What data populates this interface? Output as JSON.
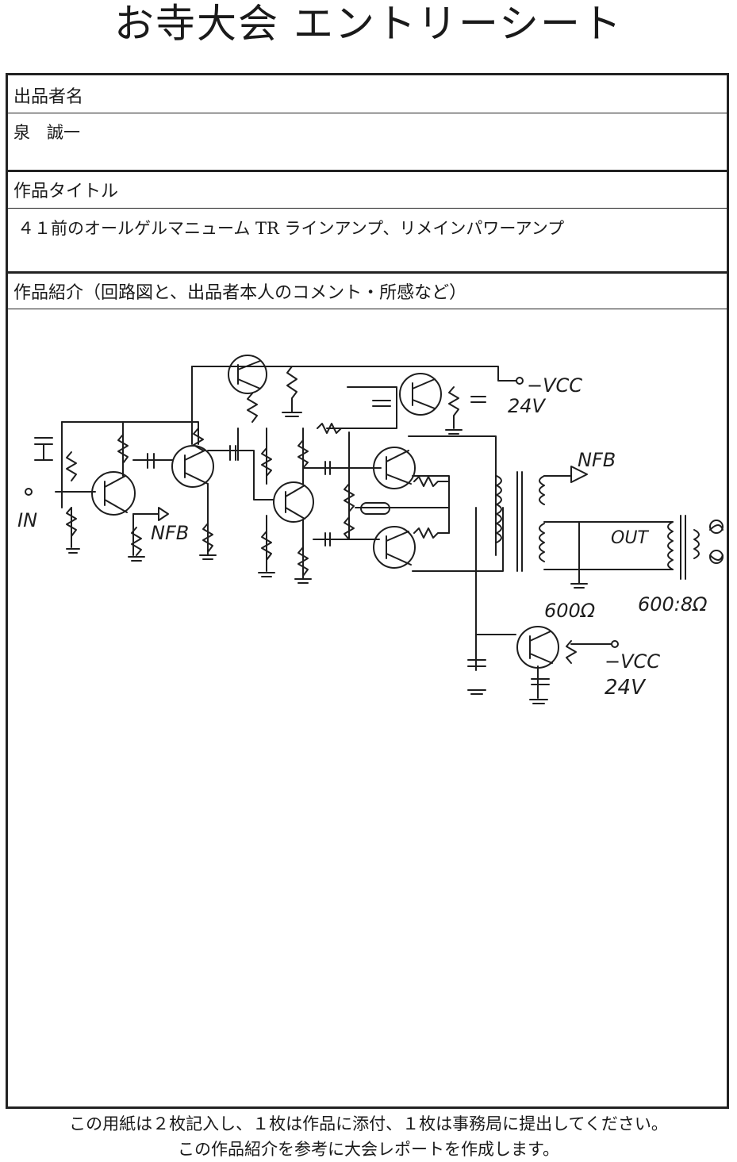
{
  "page_title": "お寺大会 エントリーシート",
  "entrant": {
    "label": "出品者名",
    "value": "泉　誠一"
  },
  "work_title": {
    "label": "作品タイトル",
    "value": "４１前のオールゲルマニューム TR ラインアンプ、リメインパワーアンプ"
  },
  "introduction": {
    "label": "作品紹介（回路図と、出品者本人のコメント・所感など）"
  },
  "schematic_labels": {
    "vcc_top": "−VCC",
    "vcc_top_voltage": "24V",
    "nfb_right": "NFB",
    "nfb_left": "NFB",
    "input": "IN",
    "out": "OUT",
    "impedance_primary": "600Ω",
    "impedance_secondary": "600:8Ω",
    "vcc_bottom": "−VCC",
    "vcc_bottom_voltage": "24V"
  },
  "footer": {
    "line1": "この用紙は２枚記入し、１枚は作品に添付、１枚は事務局に提出してください。",
    "line2": "この作品紹介を参考に大会レポートを作成します。"
  }
}
